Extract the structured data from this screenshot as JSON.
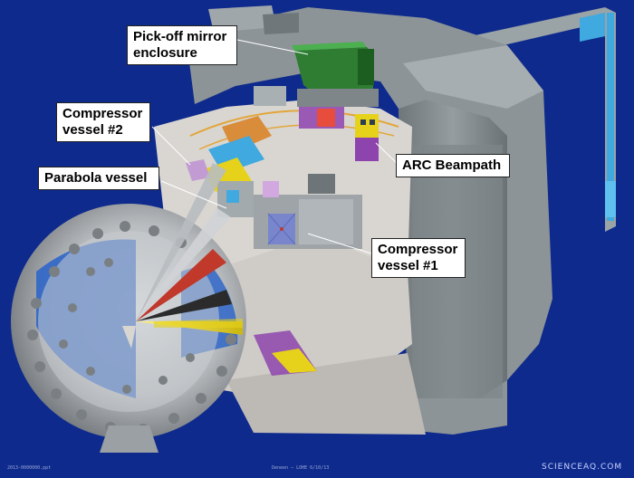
{
  "labels": {
    "pickoff": [
      "Pick-off mirror",
      "enclosure"
    ],
    "compressor2": [
      "Compressor",
      "vessel #2"
    ],
    "parabola": "Parabola vessel",
    "arc": "ARC Beampath",
    "compressor1": [
      "Compressor",
      "vessel #1"
    ]
  },
  "footer": {
    "left": "2013-0000000.ppt",
    "center": "Deneen – LOHE 6/10/13"
  },
  "watermark": "SCIENCEAQ.COM",
  "colors": {
    "background": "#0e2a8c",
    "structure": "#8c9497",
    "floor": "#d9d6d2",
    "chamber": "#b5b8bb",
    "chamber_interior": "#2f66c8",
    "enclosure_green": "#2e7d32",
    "beam_yellow": "#e6d21a",
    "beam_red": "#c0392b",
    "pipe_blue": "#3fa9e0"
  }
}
